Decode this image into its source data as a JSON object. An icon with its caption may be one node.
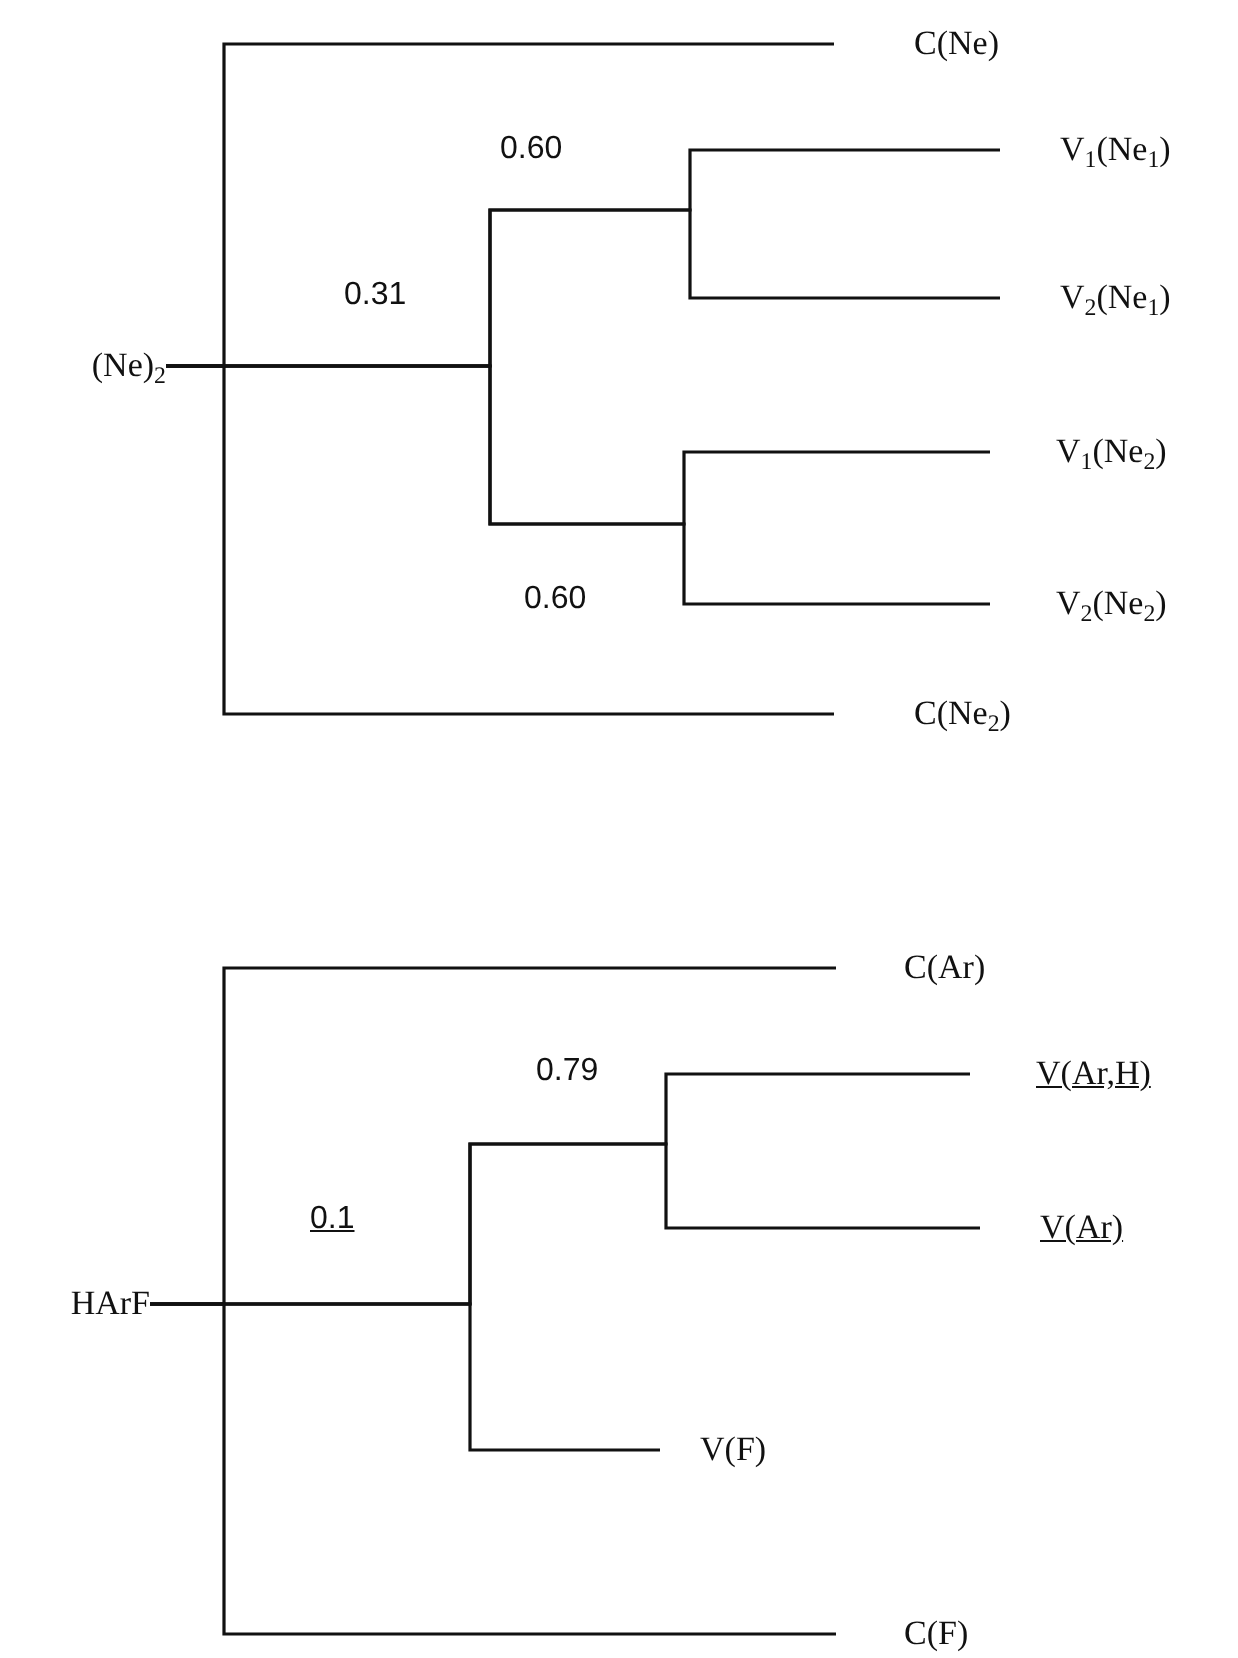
{
  "diagram": {
    "nodes": [
      {
        "text": [
          "(Ne)$_{2}$"
        ]
      },
      {
        "text": [
          "C(Ne)"
        ]
      },
      {
        "text": [
          "V$_{1}$(Ne$_{1}$)"
        ]
      },
      {
        "text": [
          "V$_{2}$(Ne$_{1}$)"
        ]
      },
      {
        "text": [
          "V$_{1}$(Ne$_{2}$)"
        ]
      },
      {
        "text": [
          "V$_{2}$(Ne$_{2}$)"
        ]
      },
      {
        "text": [
          "C(Ne$_{2}$)"
        ]
      },
      {
        "text": [
          "HArF"
        ]
      },
      {
        "text": [
          "C(Ar)"
        ]
      },
      {
        "text": [
          "V(Ar,H)"
        ]
      },
      {
        "text": [
          "V(Ar)"
        ]
      },
      {
        "text": [
          "V(F)"
        ]
      },
      {
        "text": [
          "C(F)"
        ]
      }
    ],
    "edges": [
      {
        "from": 0,
        "to": 1,
        "arrow": "none"
      },
      {
        "from": 0,
        "to": 2,
        "arrow": "none"
      },
      {
        "from": 0,
        "to": 3,
        "arrow": "none"
      },
      {
        "from": 0,
        "to": 4,
        "arrow": "none"
      },
      {
        "from": 0,
        "to": 5,
        "arrow": "none"
      },
      {
        "from": 0,
        "to": 6,
        "arrow": "none"
      },
      {
        "from": 7,
        "to": 8,
        "arrow": "none"
      },
      {
        "from": 7,
        "to": 9,
        "arrow": "none"
      },
      {
        "from": 7,
        "to": 10,
        "arrow": "none"
      },
      {
        "from": 7,
        "to": 11,
        "arrow": "none"
      },
      {
        "from": 7,
        "to": 12,
        "arrow": "none"
      }
    ],
    "labels": [
      "0.60",
      "0.31",
      "0.60",
      "0.79",
      "0.1"
    ]
  }
}
